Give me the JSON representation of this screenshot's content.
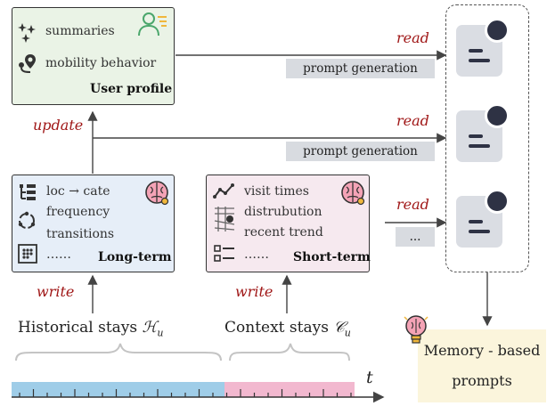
{
  "user_profile": {
    "title": "User profile",
    "items": [
      "summaries",
      "mobility behavior"
    ]
  },
  "long_term": {
    "title": "Long-term",
    "items": [
      "loc → cate",
      "frequency",
      "transitions",
      "……"
    ]
  },
  "short_term": {
    "title": "Short-term",
    "items": [
      "visit times",
      "distrubution",
      "recent trend",
      "……"
    ]
  },
  "arrows": {
    "read": "read",
    "update": "update",
    "write": "write",
    "prompt_generation": "prompt generation",
    "ellipsis": "..."
  },
  "inputs": {
    "historical": "Historical stays",
    "historical_symbol": "ℋ",
    "context": "Context stays",
    "context_symbol": "𝒞",
    "subscript": "u",
    "time": "t"
  },
  "output": {
    "line1": "Memory - based",
    "line2": "prompts"
  },
  "colors": {
    "user_profile_bg": "#eaf3e6",
    "long_term_bg": "#e6eef8",
    "short_term_bg": "#f6e9ef",
    "output_bg": "#fbf5dc",
    "timeline_blue": "#9fcde8",
    "timeline_pink": "#f2b8cf",
    "accent_red": "#a01818"
  }
}
